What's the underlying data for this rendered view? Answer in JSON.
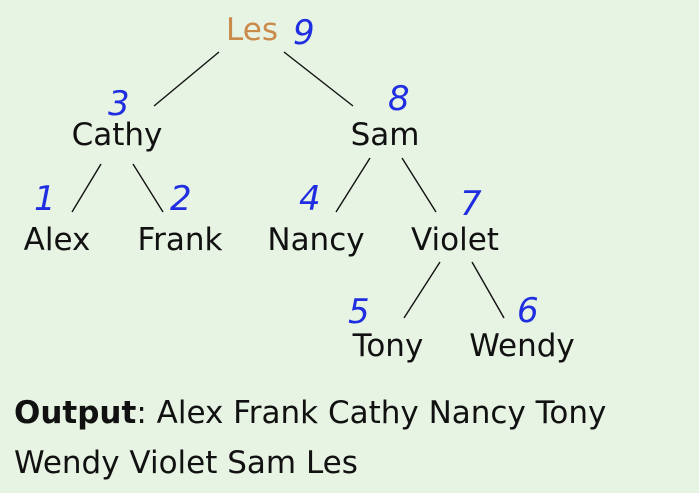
{
  "tree": {
    "nodes": [
      {
        "id": "les",
        "label": "Les",
        "order": "9",
        "root": true
      },
      {
        "id": "cathy",
        "label": "Cathy",
        "order": "3"
      },
      {
        "id": "sam",
        "label": "Sam",
        "order": "8"
      },
      {
        "id": "alex",
        "label": "Alex",
        "order": "1"
      },
      {
        "id": "frank",
        "label": "Frank",
        "order": "2"
      },
      {
        "id": "nancy",
        "label": "Nancy",
        "order": "4"
      },
      {
        "id": "violet",
        "label": "Violet",
        "order": "7"
      },
      {
        "id": "tony",
        "label": "Tony",
        "order": "5"
      },
      {
        "id": "wendy",
        "label": "Wendy",
        "order": "6"
      }
    ],
    "edges": [
      [
        "les",
        "cathy"
      ],
      [
        "les",
        "sam"
      ],
      [
        "cathy",
        "alex"
      ],
      [
        "cathy",
        "frank"
      ],
      [
        "sam",
        "nancy"
      ],
      [
        "sam",
        "violet"
      ],
      [
        "violet",
        "tony"
      ],
      [
        "violet",
        "wendy"
      ]
    ]
  },
  "colors": {
    "background": "#e7f3e3",
    "root_label": "#c98a4a",
    "order_numbers": "#1f2ee0",
    "text": "#111111"
  },
  "output": {
    "label": "Output",
    "separator": ":",
    "text": "Alex Frank Cathy Nancy Tony Wendy Violet Sam Les"
  }
}
